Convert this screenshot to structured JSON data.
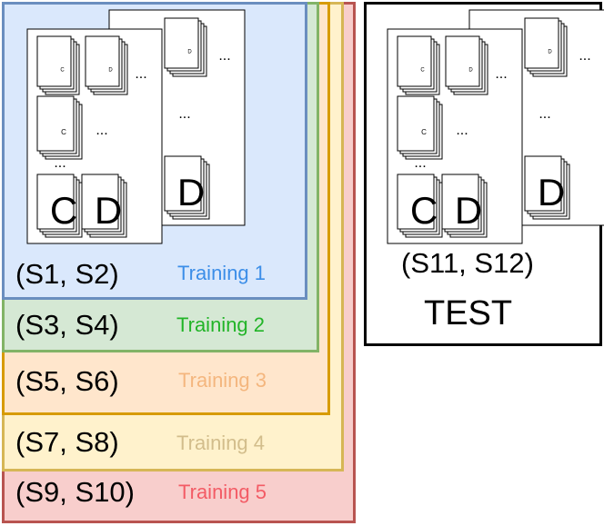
{
  "training_sets": [
    {
      "sessions": "(S1, S2)",
      "label": "Training 1",
      "color": "#3c8ee8",
      "border": "#6a8ebf",
      "fill": "#dae8fc"
    },
    {
      "sessions": "(S3, S4)",
      "label": "Training 2",
      "color": "#21b427",
      "border": "#82b366",
      "fill": "#d5e8d4"
    },
    {
      "sessions": "(S5, S6)",
      "label": "Training 3",
      "color": "#f4b67e",
      "border": "#d79b00",
      "fill": "#ffe6cc"
    },
    {
      "sessions": "(S7, S8)",
      "label": "Training 4",
      "color": "#d2bd8b",
      "border": "#d6b656",
      "fill": "#fff2cc"
    },
    {
      "sessions": "(S9, S10)",
      "label": "Training 5",
      "color": "#f35b65",
      "border": "#b85450",
      "fill": "#f8cecc"
    }
  ],
  "test_set": {
    "sessions": "(S11, S12)",
    "label": "TEST",
    "border": "#000000"
  },
  "cards": {
    "c": "C",
    "d": "D",
    "ellipsis": "..."
  }
}
